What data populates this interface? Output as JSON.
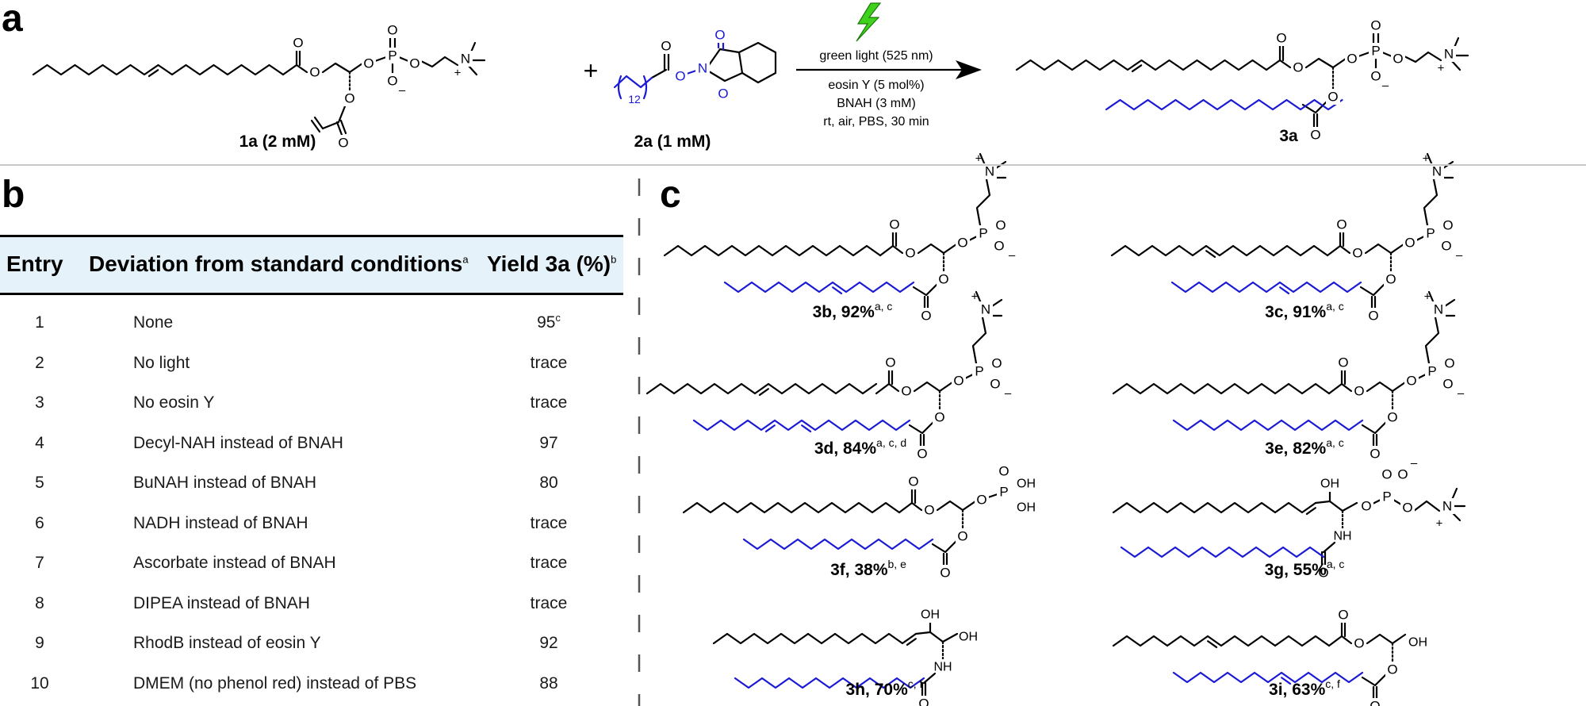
{
  "panels": {
    "a": "a",
    "b": "b",
    "c": "c"
  },
  "scheme": {
    "plus": "+",
    "reactant1_label": "1a (2 mM)",
    "reactant2_label": "2a (1 mM)",
    "product_label": "3a",
    "subscript_12": "12",
    "conditions": [
      "green light (525 nm)",
      "eosin Y (5 mol%)",
      "BNAH (3 mM)",
      "rt, air, PBS, 30 min"
    ],
    "lightning_color": "#3fd11c",
    "blue_color": "#1a1ad6"
  },
  "table": {
    "headers": {
      "entry": "Entry",
      "deviation": "Deviation from standard conditions",
      "deviation_sup": "a",
      "yield": "Yield 3a (%)",
      "yield_sup": "b"
    },
    "header_bg": "#e6f2fa",
    "rows": [
      {
        "entry": "1",
        "deviation": "None",
        "yield": "95",
        "sup": "c"
      },
      {
        "entry": "2",
        "deviation": "No light",
        "yield": "trace",
        "sup": ""
      },
      {
        "entry": "3",
        "deviation": "No eosin Y",
        "yield": "trace",
        "sup": ""
      },
      {
        "entry": "4",
        "deviation": "Decyl-NAH instead of BNAH",
        "yield": "97",
        "sup": ""
      },
      {
        "entry": "5",
        "deviation": "BuNAH instead of BNAH",
        "yield": "80",
        "sup": ""
      },
      {
        "entry": "6",
        "deviation": "NADH instead of BNAH",
        "yield": "trace",
        "sup": ""
      },
      {
        "entry": "7",
        "deviation": "Ascorbate instead of BNAH",
        "yield": "trace",
        "sup": ""
      },
      {
        "entry": "8",
        "deviation": "DIPEA instead of BNAH",
        "yield": "trace",
        "sup": ""
      },
      {
        "entry": "9",
        "deviation": "RhodB instead of eosin Y",
        "yield": "92",
        "sup": ""
      },
      {
        "entry": "10",
        "deviation": "DMEM (no phenol red) instead of PBS",
        "yield": "88",
        "sup": ""
      }
    ]
  },
  "compounds": [
    {
      "id": "3b",
      "label": "3b, 92%",
      "sup": "a, c"
    },
    {
      "id": "3c",
      "label": "3c, 91%",
      "sup": "a, c"
    },
    {
      "id": "3d",
      "label": "3d, 84%",
      "sup": "a, c, d"
    },
    {
      "id": "3e",
      "label": "3e, 82%",
      "sup": "a, c"
    },
    {
      "id": "3f",
      "label": "3f, 38%",
      "sup": "b, e"
    },
    {
      "id": "3g",
      "label": "3g, 55%",
      "sup": "a, c"
    },
    {
      "id": "3h",
      "label": "3h, 70%",
      "sup": "c, f"
    },
    {
      "id": "3i",
      "label": "3i, 63%",
      "sup": "c, f"
    }
  ],
  "atoms": {
    "O": "O",
    "N": "N",
    "P": "P",
    "OH": "OH",
    "NH": "NH",
    "plus": "+",
    "minus": "–"
  }
}
